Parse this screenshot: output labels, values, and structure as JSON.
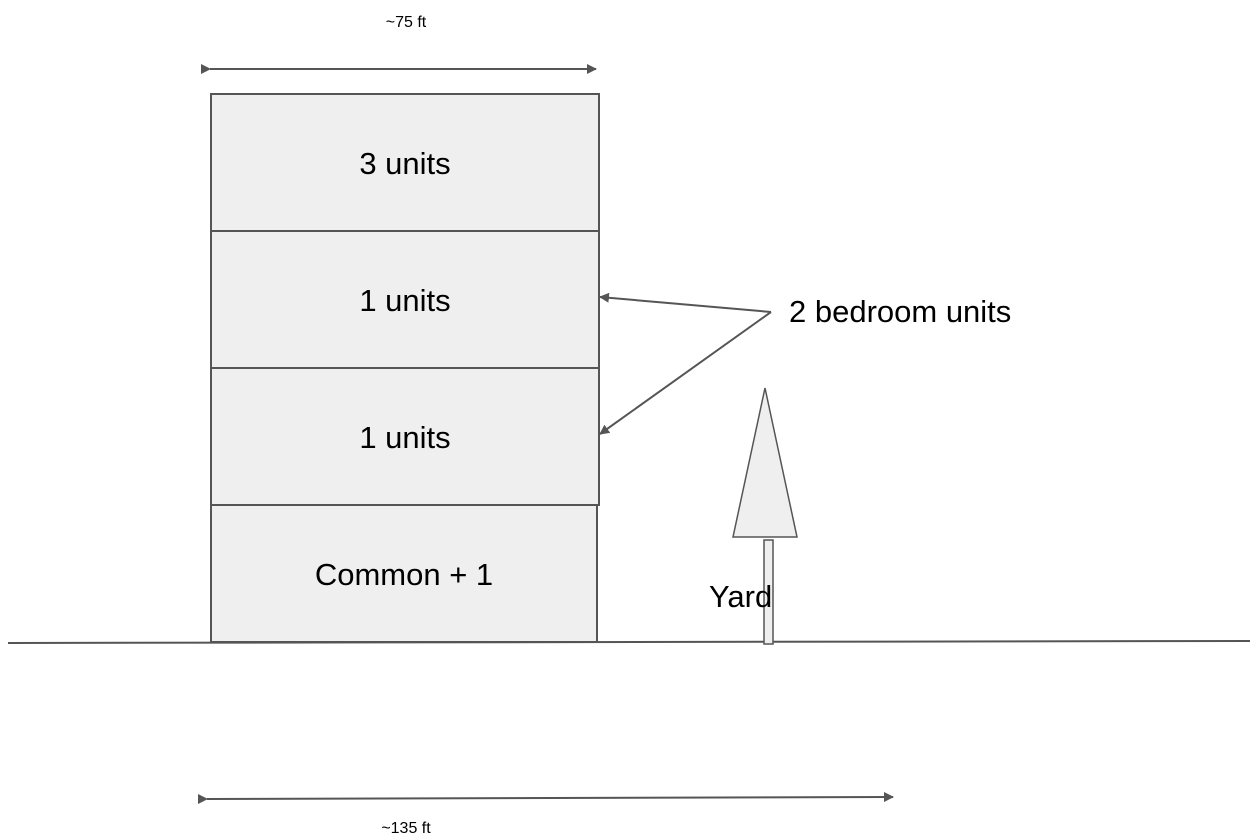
{
  "dimensions": {
    "top_width_label": "~75 ft",
    "bottom_width_label": "~135 ft"
  },
  "building": {
    "floors": [
      {
        "label": "3 units"
      },
      {
        "label": "1 units"
      },
      {
        "label": "1 units"
      },
      {
        "label": "Common + 1"
      }
    ]
  },
  "callout": {
    "label": "2 bedroom units"
  },
  "yard": {
    "label": "Yard"
  }
}
